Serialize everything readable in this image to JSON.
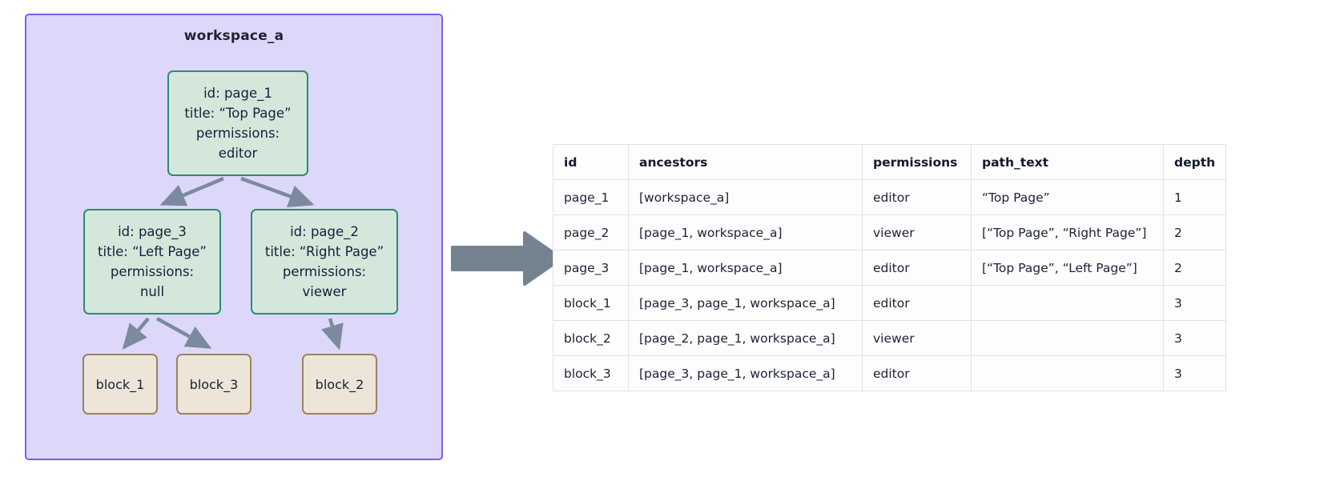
{
  "workspace": {
    "title": "workspace_a",
    "border_color": "#7c5cf0",
    "fill_color": "#ddd8fa"
  },
  "graph": {
    "page_node_fill": "#d3e8db",
    "page_node_border": "#2e8b74",
    "block_node_fill": "#ece5d8",
    "block_node_border": "#9c8262",
    "edge_color": "#7b8a9c",
    "nodes": [
      {
        "key": "page_1",
        "type": "page",
        "lines": [
          "id: page_1",
          "title: “Top Page”",
          "permissions:",
          "editor"
        ]
      },
      {
        "key": "page_3",
        "type": "page",
        "lines": [
          "id: page_3",
          "title: “Left Page”",
          "permissions:",
          "null"
        ]
      },
      {
        "key": "page_2",
        "type": "page",
        "lines": [
          "id: page_2",
          "title: “Right Page”",
          "permissions:",
          "viewer"
        ]
      },
      {
        "key": "block_1",
        "type": "block",
        "label": "block_1"
      },
      {
        "key": "block_3",
        "type": "block",
        "label": "block_3"
      },
      {
        "key": "block_2",
        "type": "block",
        "label": "block_2"
      }
    ],
    "edges": [
      {
        "from": "page_1",
        "to": "page_3"
      },
      {
        "from": "page_1",
        "to": "page_2"
      },
      {
        "from": "page_3",
        "to": "block_1"
      },
      {
        "from": "page_3",
        "to": "block_3"
      },
      {
        "from": "page_2",
        "to": "block_2"
      }
    ]
  },
  "transition": {
    "icon": "right-block-arrow",
    "color": "#74838f"
  },
  "table": {
    "columns": [
      "id",
      "ancestors",
      "permissions",
      "path_text",
      "depth"
    ],
    "rows": [
      {
        "id": "page_1",
        "ancestors": "[workspace_a]",
        "permissions": "editor",
        "path_text": "“Top Page”",
        "depth": "1"
      },
      {
        "id": "page_2",
        "ancestors": "[page_1, workspace_a]",
        "permissions": "viewer",
        "path_text": "[“Top Page”, “Right Page”]",
        "depth": "2"
      },
      {
        "id": "page_3",
        "ancestors": "[page_1, workspace_a]",
        "permissions": "editor",
        "path_text": "[“Top Page”, “Left Page”]",
        "depth": "2"
      },
      {
        "id": "block_1",
        "ancestors": "[page_3, page_1, workspace_a]",
        "permissions": "editor",
        "path_text": "",
        "depth": "3"
      },
      {
        "id": "block_2",
        "ancestors": "[page_2, page_1, workspace_a]",
        "permissions": "viewer",
        "path_text": "",
        "depth": "3"
      },
      {
        "id": "block_3",
        "ancestors": "[page_3, page_1, workspace_a]",
        "permissions": "editor",
        "path_text": "",
        "depth": "3"
      }
    ]
  }
}
